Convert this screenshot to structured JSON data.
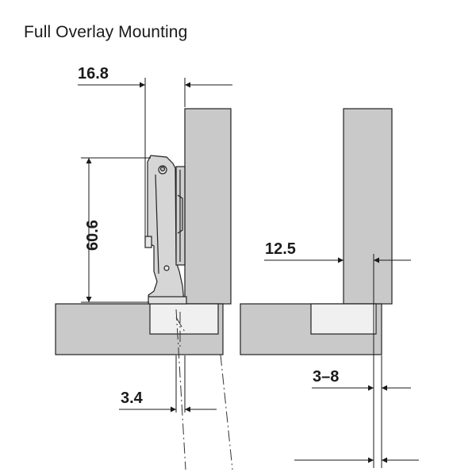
{
  "title": "Full Overlay Mounting",
  "dimensions": {
    "overlay_width": "16.8",
    "hinge_height": "60.6",
    "edge_distance": "3.4",
    "boring_distance": "12.5",
    "adjustment_range": "3–8"
  },
  "colors": {
    "panel_fill": "#c9c9c9",
    "panel_stroke": "#222222",
    "hinge_fill": "#d6d6d6",
    "line": "#1a1a1a"
  }
}
